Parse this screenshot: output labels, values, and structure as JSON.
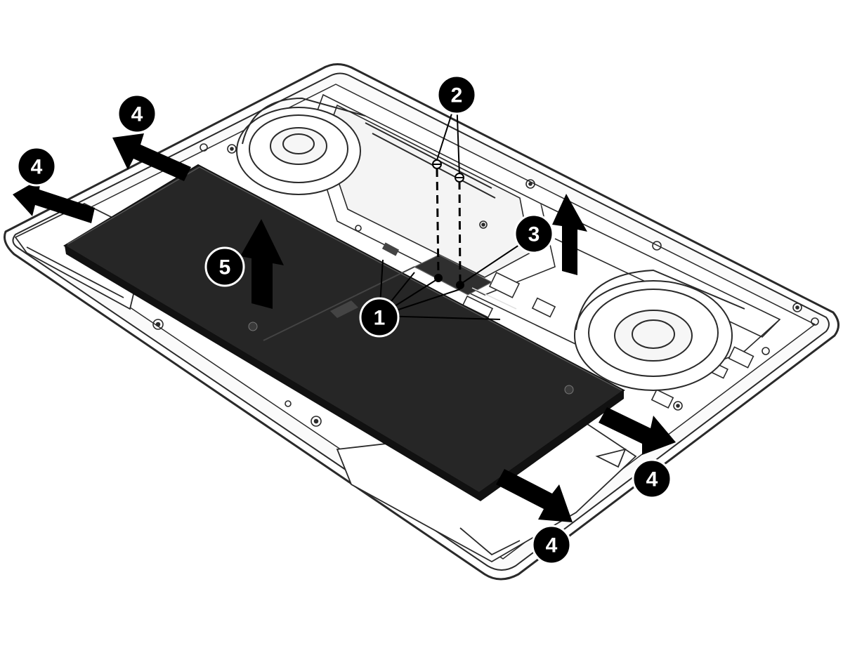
{
  "callouts": [
    {
      "id": "c1",
      "label": "1"
    },
    {
      "id": "c2",
      "label": "2"
    },
    {
      "id": "c3",
      "label": "3"
    },
    {
      "id": "c4a",
      "label": "4"
    },
    {
      "id": "c4b",
      "label": "4"
    },
    {
      "id": "c4c",
      "label": "4"
    },
    {
      "id": "c4d",
      "label": "4"
    },
    {
      "id": "c5",
      "label": "5"
    }
  ],
  "colors": {
    "outline": "#2a2a2a",
    "battery": "#262626",
    "arrow": "#000000",
    "callout_fill": "#000000",
    "callout_text": "#ffffff"
  },
  "icons": [
    "removal-arrow-icon",
    "screw-icon",
    "fan-icon"
  ]
}
